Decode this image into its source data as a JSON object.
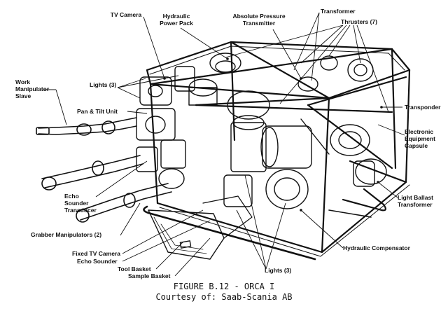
{
  "labels": {
    "tv_camera": "TV Camera",
    "hydraulic_power_pack": "Hydraulic Power Pack",
    "absolute_pressure_transmitter": "Absolute Pressure Transmitter",
    "transformer": "Transformer",
    "thrusters": "Thrusters (7)",
    "work_manipulator_slave": "Work Manipulator Slave",
    "lights_top": "Lights (3)",
    "pan_tilt_unit": "Pan & Tilt Unit",
    "transponder": "Transponder",
    "electronic_equipment_capsule": "Electronic Equipment Capsule",
    "echo_sounder_transducer": "Echo Sounder Transducer",
    "light_ballast_transformer": "Light Ballast Transformer",
    "grabber_manipulators": "Grabber Manipulators (2)",
    "hydraulic_compensator": "Hydraulic Compensator",
    "fixed_tv_camera": "Fixed TV Camera",
    "echo_sounder": "Echo Sounder",
    "tool_basket": "Tool Basket",
    "sample_basket": "Sample Basket",
    "lights_bottom": "Lights (3)"
  },
  "caption": {
    "line1": "FIGURE B.12 - ORCA I",
    "line2": "Courtesy of:  Saab-Scania AB"
  }
}
